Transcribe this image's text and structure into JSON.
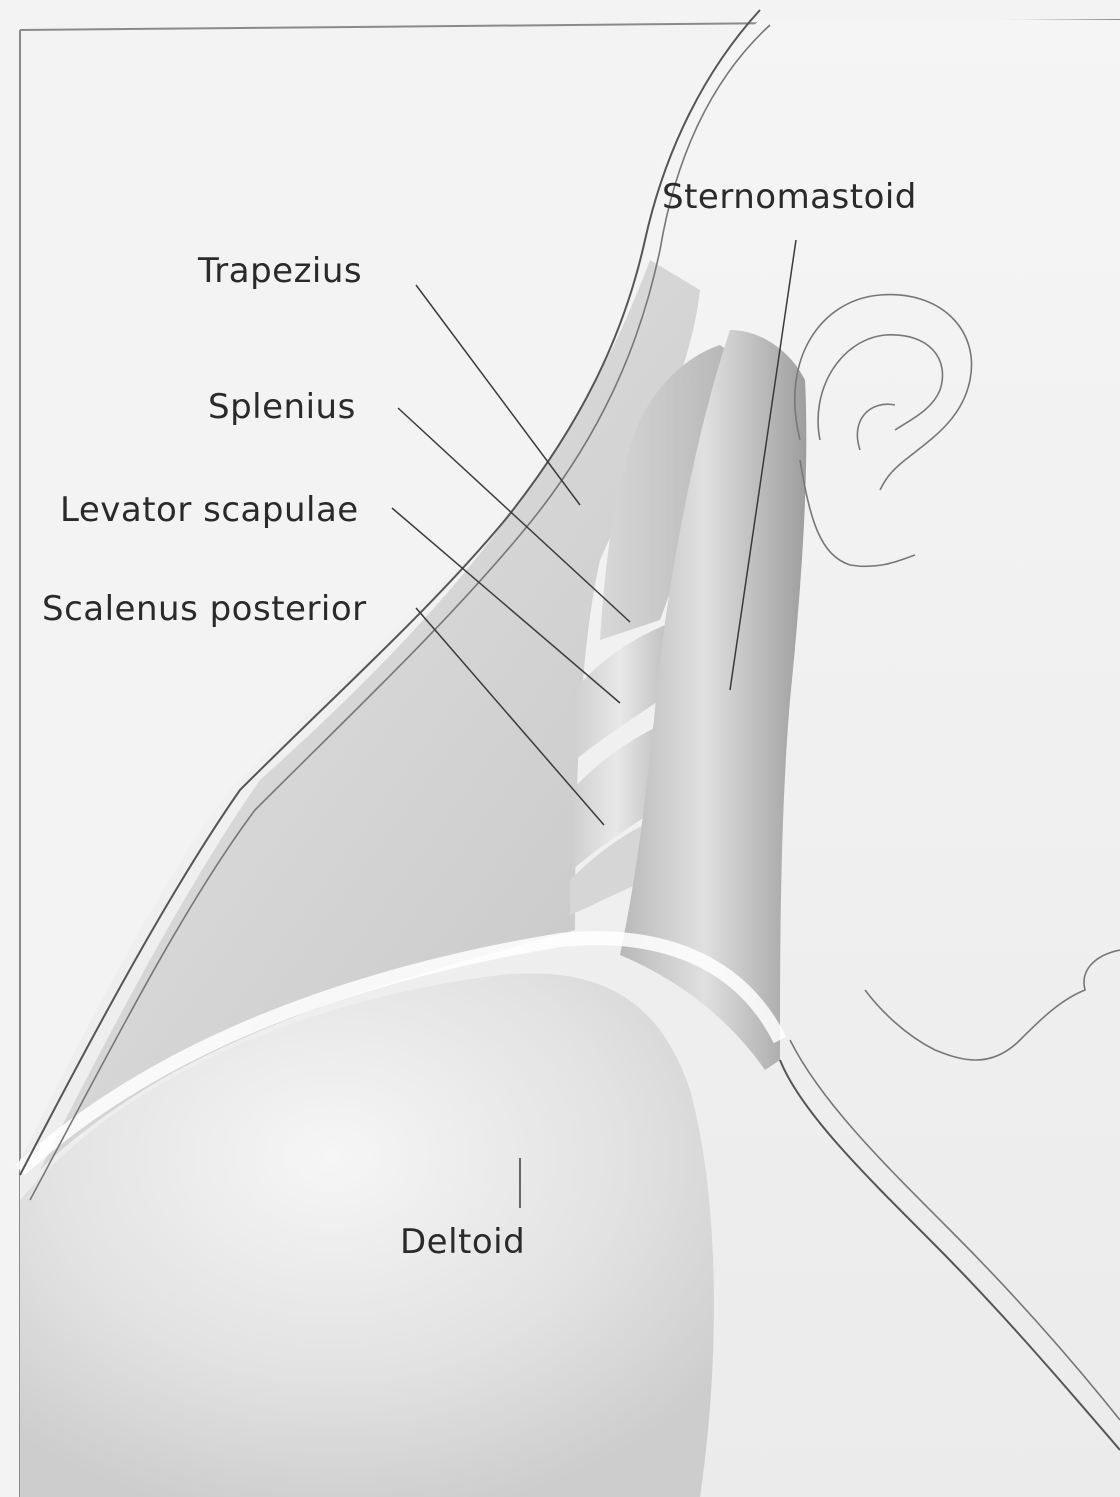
{
  "diagram": {
    "labels": {
      "sternomastoid": "Sternomastoid",
      "trapezius": "Trapezius",
      "splenius": "Splenius",
      "levator_scapulae": "Levator scapulae",
      "scalenus_posterior": "Scalenus posterior",
      "deltoid": "Deltoid"
    },
    "colors": {
      "paper": "#f2f2f2",
      "muscle_light": "#e4e4e4",
      "muscle_mid": "#cfcfcf",
      "muscle_dark": "#a9a9a9",
      "outline": "#555555",
      "text": "#2a2a2a"
    }
  }
}
